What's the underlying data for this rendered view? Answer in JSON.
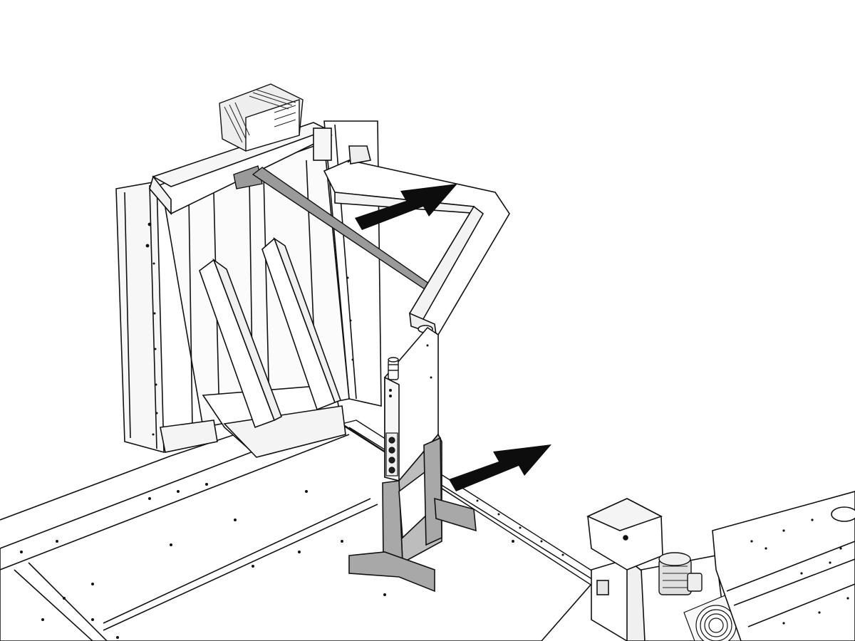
{
  "colors": {
    "background": "#ffffff",
    "line": "#111111",
    "light_fill": "#f2f2f2",
    "mid_fill": "#d9d9d9",
    "support_gray": "#a8a8a8",
    "arrow": "#0d0d0d",
    "brace_gray": "#9a9a9a"
  },
  "parts": [
    "machine-bed",
    "rear-frame-cabinet",
    "control-box",
    "top-crossbeam",
    "diagonal-struts",
    "diagonal-brace",
    "bent-arm-frame",
    "vertical-post",
    "signal-light",
    "button-panel",
    "support-stand",
    "side-guide-rail",
    "carriage-head",
    "motor-unit",
    "cooling-fan"
  ],
  "icons": {
    "upper_arrow": "arrow-up-right-icon",
    "lower_arrow": "arrow-up-right-icon"
  }
}
